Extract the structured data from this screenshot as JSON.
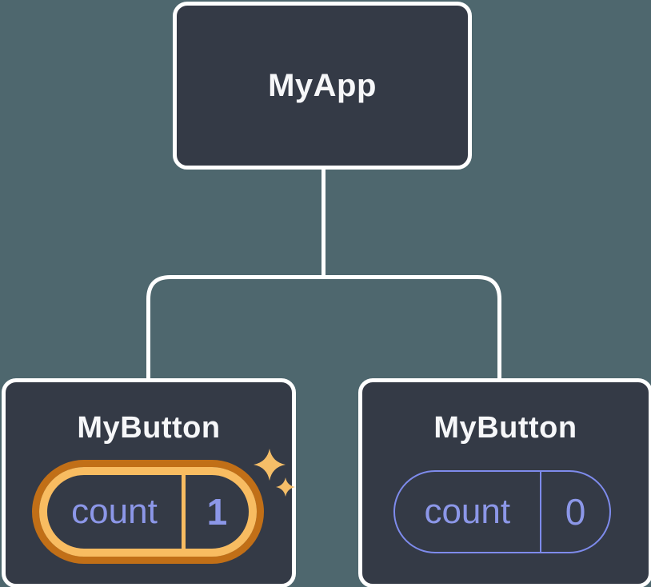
{
  "tree": {
    "root": {
      "label": "MyApp"
    },
    "children": [
      {
        "label": "MyButton",
        "state": {
          "key": "count",
          "value": "1",
          "highlighted": true
        }
      },
      {
        "label": "MyButton",
        "state": {
          "key": "count",
          "value": "0",
          "highlighted": false
        }
      }
    ]
  },
  "icons": {
    "sparkles": "two four-pointed gold stars marking updated state"
  },
  "colors": {
    "background": "#4E676E",
    "node_fill": "#343A46",
    "node_border": "#FFFFFF",
    "title_text": "#F6F7F9",
    "state_text": "#8C97E8",
    "pill_border": "#7E8BEC",
    "highlight_outer": "#C16F17",
    "highlight_inner": "#F8BC61",
    "sparkle": "#F5BE68"
  }
}
